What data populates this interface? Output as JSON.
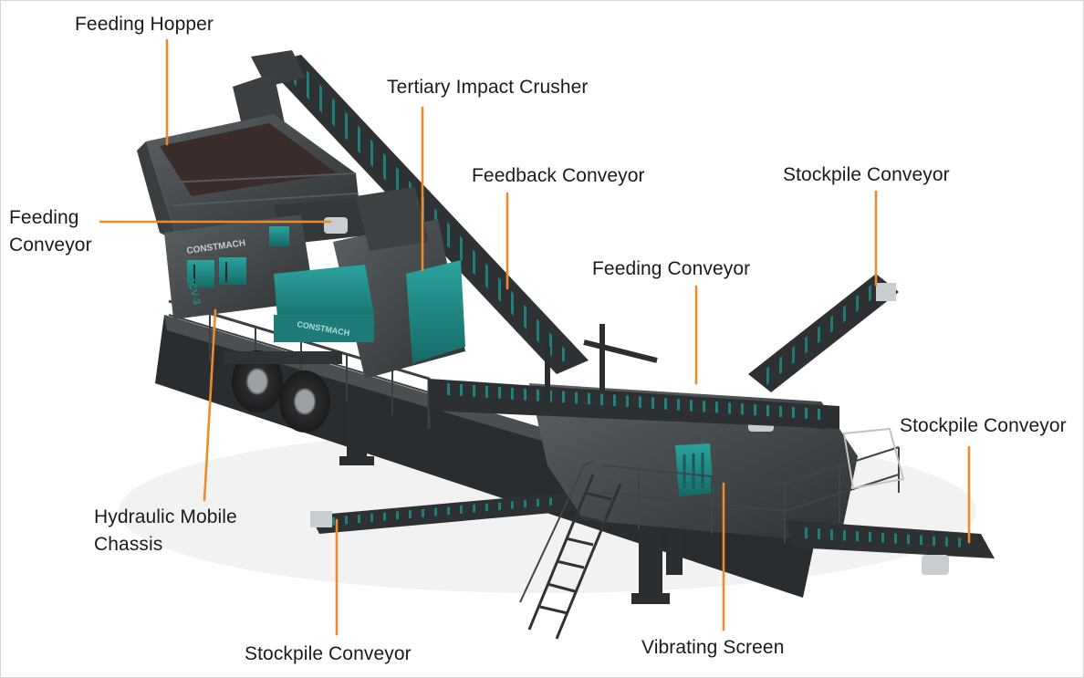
{
  "labels": {
    "feeding_hopper": "Feeding Hopper",
    "tertiary_impact_crusher": "Tertiary Impact Crusher",
    "feedback_conveyor": "Feedback Conveyor",
    "stockpile_conveyor_top": "Stockpile Conveyor",
    "feeding_conveyor_left_line1": "Feeding",
    "feeding_conveyor_left_line2": "Conveyor",
    "feeding_conveyor_right": "Feeding Conveyor",
    "stockpile_conveyor_right": "Stockpile Conveyor",
    "hydraulic_chassis_line1": "Hydraulic Mobile",
    "hydraulic_chassis_line2": "Chassis",
    "stockpile_conveyor_bottom": "Stockpile Conveyor",
    "vibrating_screen": "Vibrating Screen"
  },
  "branding": {
    "logo_text": "CONSTMACH",
    "model_text": "JCV-3"
  },
  "colors": {
    "leader_line": "#ef8a2c",
    "machine_dark": "#2f3336",
    "machine_mid": "#45494c",
    "accent_teal": "#1f8a86",
    "background": "#ffffff"
  }
}
